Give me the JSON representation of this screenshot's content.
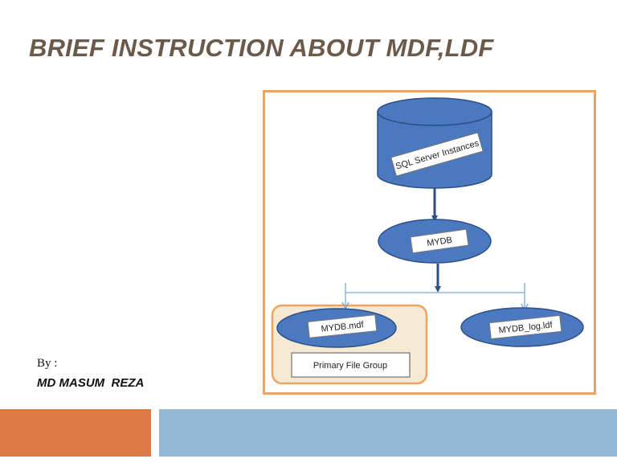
{
  "slide": {
    "title": "BRIEF INSTRUCTION ABOUT MDF,LDF",
    "by_label": "By :",
    "author": "MD MASUM  REZA"
  },
  "diagram": {
    "server_label": "SQL Server Instances",
    "database_label": "MYDB",
    "data_file_label": "MYDB.mdf",
    "log_file_label": "MYDB_log.ldf",
    "file_group_label": "Primary File Group"
  },
  "colors": {
    "title": "#6b5a4a",
    "shape_fill": "#4a79bf",
    "shape_stroke": "#2c4f86",
    "frame_border": "#f0a35e",
    "group_fill": "#f5e9d3",
    "accent_orange": "#d97b42",
    "accent_blue": "#94b9d5"
  }
}
